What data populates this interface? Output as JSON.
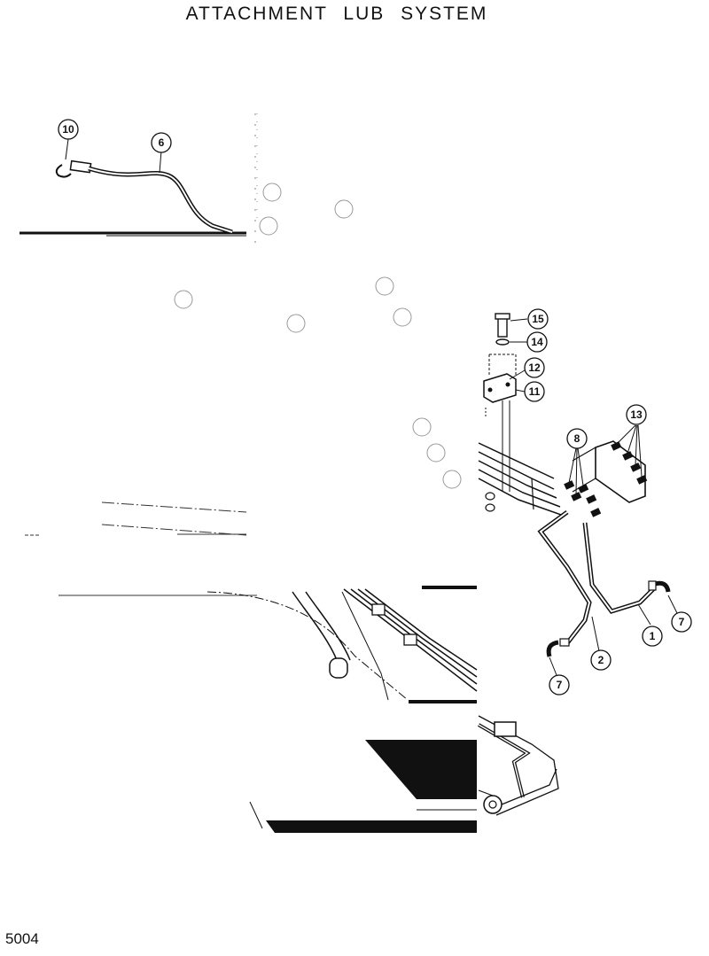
{
  "title": "ATTACHMENT  LUB  SYSTEM",
  "page_number": "5004",
  "callouts": {
    "c10": "10",
    "c6": "6",
    "c15": "15",
    "c14": "14",
    "c12": "12",
    "c11": "11",
    "c13": "13",
    "c8": "8",
    "c1": "1",
    "c2": "2",
    "c7a": "7",
    "c7b": "7"
  },
  "colors": {
    "line": "#111111",
    "faint": "#999999",
    "background": "#ffffff"
  }
}
